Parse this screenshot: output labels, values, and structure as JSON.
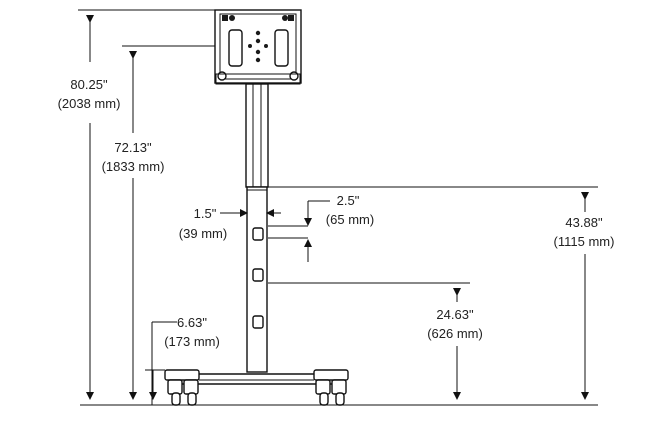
{
  "dimensions": {
    "overall_height": {
      "imperial": "80.25\"",
      "metric": "(2038 mm)"
    },
    "mount_center_height": {
      "imperial": "72.13\"",
      "metric": "(1833 mm)"
    },
    "column_width": {
      "imperial": "1.5\"",
      "metric": "(39 mm)"
    },
    "adjustment_increment": {
      "imperial": "2.5\"",
      "metric": "(65 mm)"
    },
    "column_top_height": {
      "imperial": "43.88\"",
      "metric": "(1115 mm)"
    },
    "shelf_slot_height": {
      "imperial": "24.63\"",
      "metric": "(626 mm)"
    },
    "base_height": {
      "imperial": "6.63\"",
      "metric": "(173 mm)"
    }
  }
}
